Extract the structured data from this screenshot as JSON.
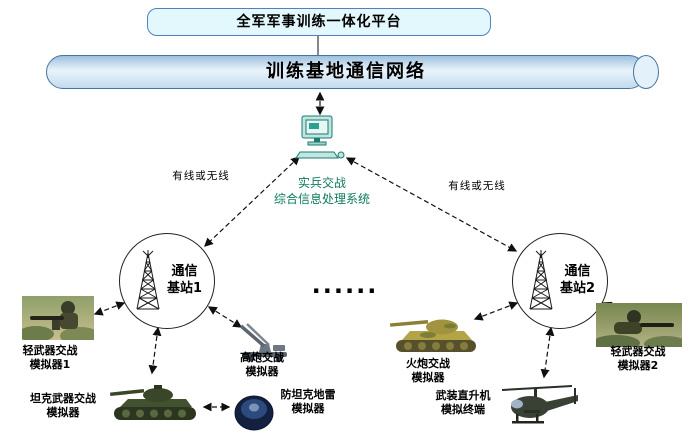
{
  "platform": {
    "title": "全军军事训练一体化平台"
  },
  "network": {
    "title": "训练基地通信网络"
  },
  "processing_system": {
    "label": "实兵交战\n综合信息处理系统",
    "icon": "computer-icon",
    "text_color": "#0c7b5e"
  },
  "links": {
    "left_label": "有线或无线",
    "right_label": "有线或无线"
  },
  "base_stations": [
    {
      "label": "通信\n基站1",
      "icon": "antenna-tower-icon"
    },
    {
      "label": "通信\n基站2",
      "icon": "antenna-tower-icon"
    }
  ],
  "ellipsis": "......",
  "simulators": [
    {
      "label": "轻武器交战\n模拟器1",
      "icon": "soldier-photo"
    },
    {
      "label": "坦克武器交战\n模拟器",
      "icon": "tank-photo"
    },
    {
      "label": "高炮交战\n模拟器",
      "icon": "aa-gun-photo"
    },
    {
      "label": "防坦克地雷\n模拟器",
      "icon": "landmine-photo"
    },
    {
      "label": "火炮交战\n模拟器",
      "icon": "artillery-photo"
    },
    {
      "label": "武装直升机\n模拟终端",
      "icon": "helicopter-photo"
    },
    {
      "label": "轻武器交战\n模拟器2",
      "icon": "soldier-photo"
    }
  ],
  "colors": {
    "platform_fill": "#e2f8fc",
    "platform_border": "#4f81bd",
    "cylinder_fill": "#cfe4f5",
    "cylinder_border": "#48749f",
    "connector": "#101010",
    "system_text": "#0c7b5e"
  }
}
